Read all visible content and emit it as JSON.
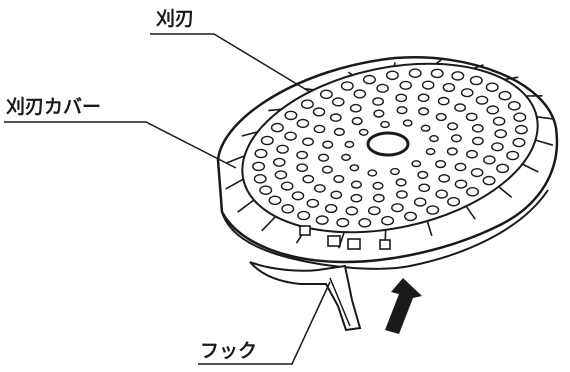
{
  "labels": {
    "blade": "刈刃",
    "blade_cover": "刈刃カバー",
    "hook": "フック"
  },
  "colors": {
    "line": "#1a1a1a",
    "background": "#ffffff"
  }
}
